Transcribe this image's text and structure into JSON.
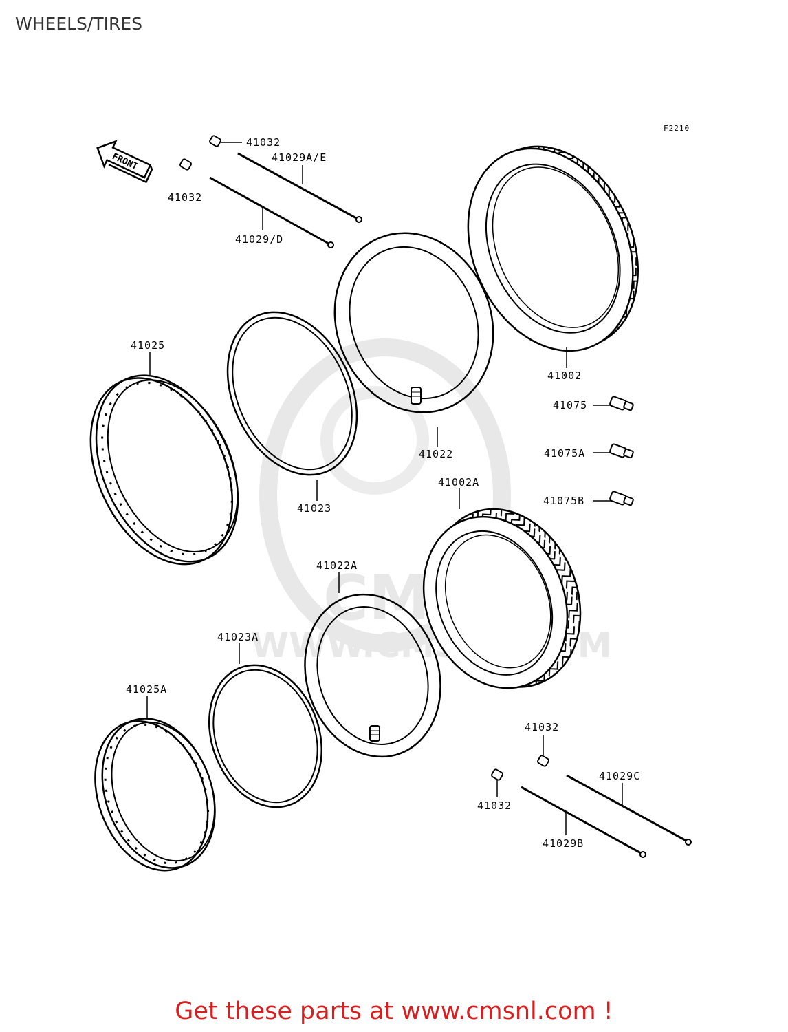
{
  "header": {
    "title": "WHEELS/TIRES"
  },
  "diagram": {
    "figure_code": "F2210",
    "front_arrow_label": "FRONT",
    "watermark": {
      "logo_text": "CMS",
      "url_text": "WWW.CMSNL.COM"
    },
    "parts": {
      "p41032_a": "41032",
      "p41029ae": "41029A/E",
      "p41032_b": "41032",
      "p41029d": "41029/D",
      "p41025": "41025",
      "p41023": "41023",
      "p41022": "41022",
      "p41002": "41002",
      "p41075": "41075",
      "p41075a": "41075A",
      "p41075b": "41075B",
      "p41002a": "41002A",
      "p41022a": "41022A",
      "p41023a": "41023A",
      "p41025a": "41025A",
      "p41032_c": "41032",
      "p41032_d": "41032",
      "p41029c": "41029C",
      "p41029b": "41029B"
    }
  },
  "footer": {
    "text": "Get these parts at www.cmsnl.com !",
    "color": "#d42020"
  }
}
